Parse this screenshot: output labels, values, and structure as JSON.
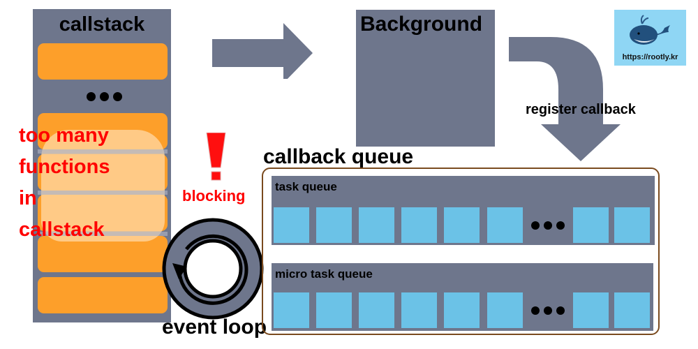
{
  "callstack": {
    "title": "callstack",
    "frames_visible": 6,
    "overflow_note_lines": [
      "too many",
      "functions",
      "in",
      "callstack"
    ]
  },
  "background": {
    "title": "Background"
  },
  "register_callback": {
    "label": "register callback"
  },
  "logo": {
    "url_text": "https://rootly.kr",
    "icon": "whale-icon"
  },
  "blocking": {
    "label": "blocking",
    "icon": "exclamation-icon"
  },
  "event_loop": {
    "label": "event loop",
    "icon": "circular-arrow-icon"
  },
  "callback_queue": {
    "title": "callback queue",
    "queues": [
      {
        "name": "task queue",
        "cells_before_ellipsis": 6,
        "cells_after_ellipsis": 2
      },
      {
        "name": "micro task queue",
        "cells_before_ellipsis": 6,
        "cells_after_ellipsis": 2
      }
    ]
  },
  "colors": {
    "slate": "#6e768c",
    "frame_orange": "#fd9f2a",
    "warning_red": "#ff0000",
    "cell_blue": "#6bc2e7",
    "queue_border_brown": "#7a4a1e",
    "logo_sky": "#8fd6f4"
  }
}
